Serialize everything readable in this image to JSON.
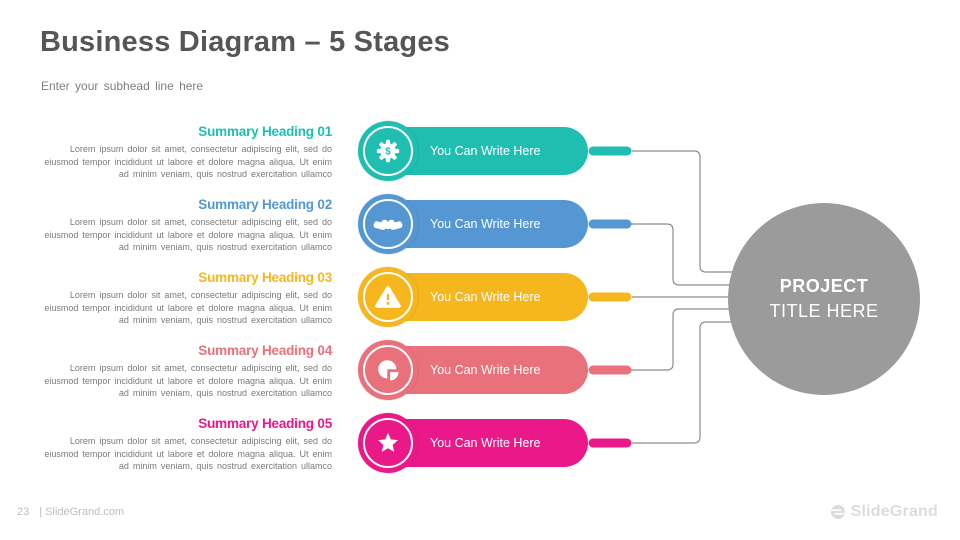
{
  "slide": {
    "title": "Business Diagram – 5 Stages",
    "subhead": "Enter your subhead line here"
  },
  "stages": [
    {
      "number": "01",
      "heading": "Summary Heading 01",
      "icon": "gear-dollar-icon",
      "color": "#1FBEB0",
      "body": "Lorem ipsum dolor sit amet, consectetur adipiscing elit, sed do eiusmod tempor incididunt ut labore et dolore magna aliqua. Ut enim ad minim veniam, quis nostrud exercitation ullamco",
      "pill_label": "You Can Write Here"
    },
    {
      "number": "02",
      "heading": "Summary Heading 02",
      "icon": "handshake-icon",
      "color": "#5597D3",
      "body": "Lorem ipsum dolor sit amet, consectetur adipiscing elit, sed do eiusmod tempor incididunt ut labore et dolore magna aliqua. Ut enim ad minim veniam, quis nostrud exercitation ullamco",
      "pill_label": "You Can Write Here"
    },
    {
      "number": "03",
      "heading": "Summary Heading 03",
      "icon": "warning-triangle-icon",
      "color": "#F5B71D",
      "body": "Lorem ipsum dolor sit amet, consectetur adipiscing elit, sed do eiusmod tempor incididunt ut labore et dolore magna aliqua. Ut enim ad minim veniam, quis nostrud exercitation ullamco",
      "pill_label": "You Can Write Here"
    },
    {
      "number": "04",
      "heading": "Summary Heading 04",
      "icon": "pie-chart-icon",
      "color": "#E8717C",
      "body": "Lorem ipsum dolor sit amet, consectetur adipiscing elit, sed do eiusmod tempor incididunt ut labore et dolore magna aliqua. Ut enim ad minim veniam, quis nostrud exercitation ullamco",
      "pill_label": "You Can Write Here"
    },
    {
      "number": "05",
      "heading": "Summary Heading 05",
      "icon": "star-icon",
      "color": "#EA1889",
      "body": "Lorem ipsum dolor sit amet, consectetur adipiscing elit, sed do eiusmod tempor incididunt ut labore et dolore magna aliqua. Ut enim ad minim veniam, quis nostrud exercitation ullamco",
      "pill_label": "You Can Write Here"
    }
  ],
  "project": {
    "line1": "PROJECT",
    "line2": "TITLE HERE"
  },
  "footer": {
    "page": "23",
    "site": "| SlideGrand.com",
    "brand": "SlideGrand"
  },
  "colors": {
    "title": "#555658",
    "subhead": "#7F7F7F",
    "body_text": "#7A7A7A",
    "project_circle": "#9B9B9B",
    "connector": "#8C8C8C",
    "footer_text": "#BDBDBD",
    "brand_text": "#DCDCDC"
  }
}
